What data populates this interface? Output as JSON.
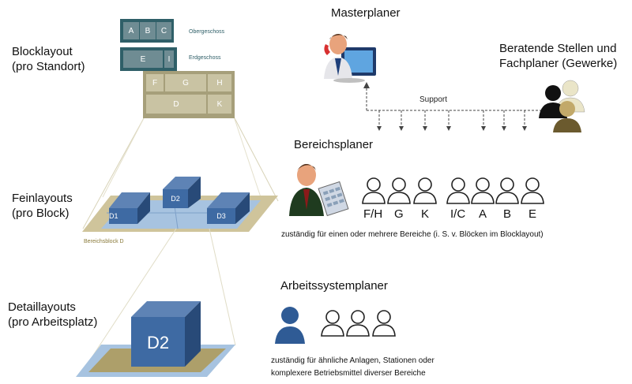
{
  "left_labels": {
    "block": [
      "Blocklayout",
      "(pro Standort)"
    ],
    "fein": [
      "Feinlayouts",
      "(pro Block)"
    ],
    "detail": [
      "Detaillayouts",
      "(pro Arbeitsplatz)"
    ]
  },
  "block_layout": {
    "row1": [
      "A",
      "B",
      "C"
    ],
    "row1_caption": "Obergeschoss",
    "row2": [
      "E",
      "I"
    ],
    "row2_caption": "Erdgeschoss",
    "row3": [
      "F",
      "G",
      "H"
    ],
    "row4": [
      "D",
      "K"
    ]
  },
  "fein_layout": {
    "blocks": [
      "D1",
      "D2",
      "D3"
    ],
    "caption": "Bereichsblock D"
  },
  "detail_layout": {
    "block": "D2"
  },
  "masterplaner": {
    "title": "Masterplaner"
  },
  "beratende": {
    "title": [
      "Beratende Stellen und",
      "Fachplaner (Gewerke)"
    ]
  },
  "support": {
    "label": "Support"
  },
  "bereichsplaner": {
    "title": "Bereichsplaner",
    "areas": [
      "F/H",
      "G",
      "K",
      "I/C",
      "A",
      "B",
      "E"
    ],
    "description": "zuständig für einen oder mehrere Bereiche (i. S. v. Blöcken im Blocklayout)"
  },
  "arbeitssystemplaner": {
    "title": "Arbeitssystemplaner",
    "description": [
      "zuständig für ähnliche Anlagen, Stationen oder",
      "komplexere Betriebsmittel diverser Bereiche"
    ]
  },
  "colors": {
    "dark_teal": "#2f5f68",
    "teal_box": "#6f8c93",
    "khaki": "#a69f7a",
    "khaki_light": "#c9c3a3",
    "blue": "#3e6aa3",
    "blue_dark": "#2c4e7e",
    "blue_light": "#a6c4e4"
  }
}
